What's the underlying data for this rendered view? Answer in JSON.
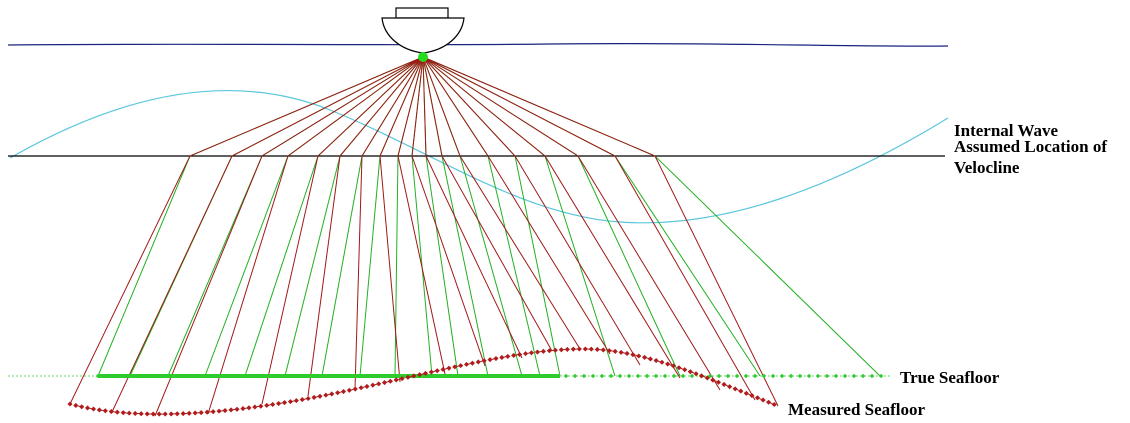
{
  "labels": {
    "internal_wave": "Internal Wave",
    "velocline": "Assumed Location of Velocline",
    "true_seafloor": "True Seafloor",
    "measured_seafloor": "Measured Seafloor"
  },
  "colors": {
    "sea_surface": "#1a237e",
    "internal_wave": "#5bc6dc",
    "velocline": "#000000",
    "true_rays": "#22b022",
    "measured_rays": "#a01818",
    "true_seafloor": "#2ecc2e",
    "measured_seafloor": "#b01c1c",
    "transducer": "#22dd22"
  },
  "icons": {
    "vessel": "boat-hull-icon",
    "transducer": "sonar-source-icon"
  }
}
